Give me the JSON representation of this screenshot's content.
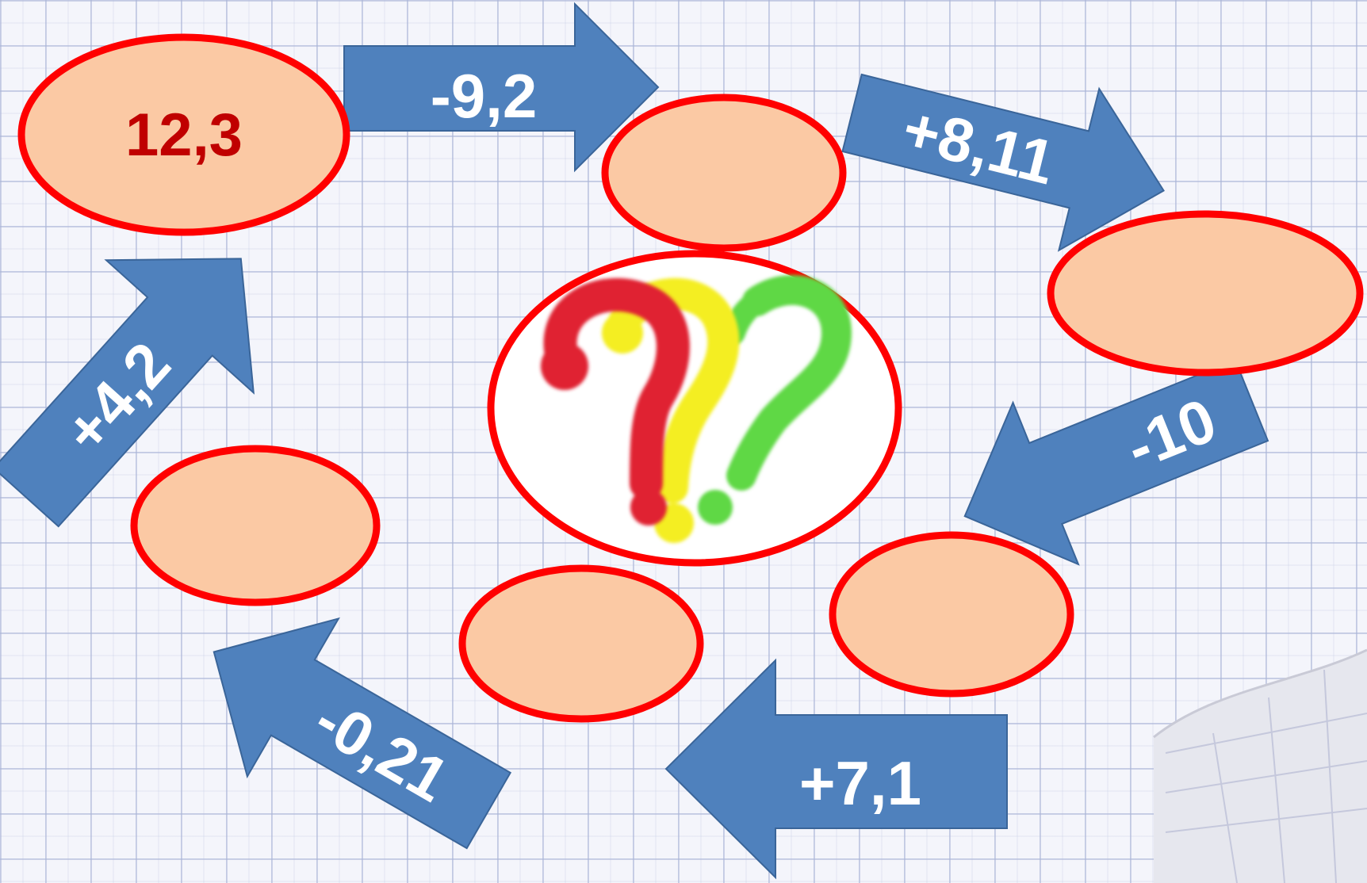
{
  "nodes": [
    {
      "id": "start",
      "label": "12,3"
    },
    {
      "id": "node-2",
      "label": ""
    },
    {
      "id": "node-3",
      "label": ""
    },
    {
      "id": "node-4",
      "label": ""
    },
    {
      "id": "node-5",
      "label": ""
    },
    {
      "id": "node-6",
      "label": ""
    }
  ],
  "operations": [
    {
      "id": "op-1",
      "label": "-9,2"
    },
    {
      "id": "op-2",
      "label": "+8,11"
    },
    {
      "id": "op-3",
      "label": "-10"
    },
    {
      "id": "op-4",
      "label": "+7,1"
    },
    {
      "id": "op-5",
      "label": "-0,21"
    },
    {
      "id": "op-6",
      "label": "+4,2"
    }
  ],
  "center_icon": "question-marks-icon",
  "colors": {
    "node_fill": "#fbc9a4",
    "node_border": "#ff0000",
    "arrow_fill": "#4f81bd",
    "start_value": "#c00000",
    "q_red": "#e02030",
    "q_yellow": "#f4ee20",
    "q_green": "#5fd845"
  }
}
